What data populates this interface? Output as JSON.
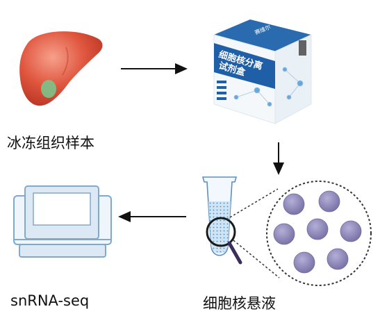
{
  "labels": {
    "frozen_sample": "冰冻组织样本",
    "sequencing": "snRNA-seq",
    "nuclei_suspension": "细胞核悬液"
  },
  "kit": {
    "title_line1": "细胞核分离",
    "title_line2": "试剂盒",
    "brand": "赛维尔"
  },
  "colors": {
    "liver": "#e0563e",
    "kit_blue": "#1f5fa8",
    "nucleus": "#8c86b8",
    "monitor": "#aec8e0"
  }
}
